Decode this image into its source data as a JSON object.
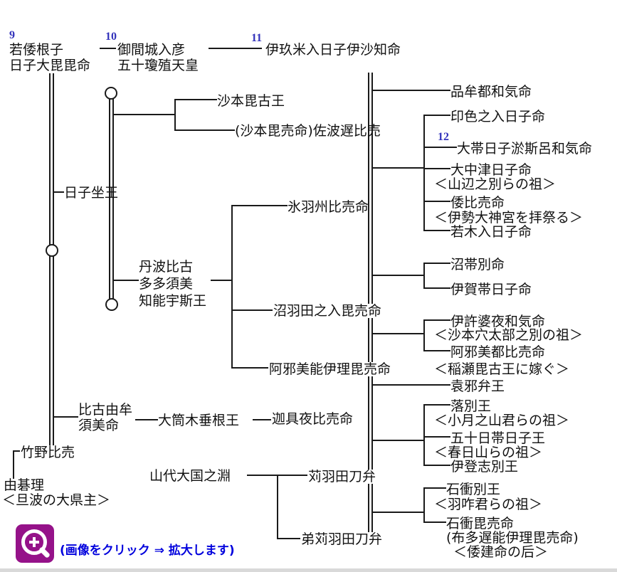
{
  "figure": {
    "type": "genealogy-diagram",
    "description": "Kojiki imperial genealogy chart, generations 9-12"
  },
  "generation_numbers": {
    "g9": "9",
    "g10": "10",
    "g11": "11",
    "g12": "12"
  },
  "persons": {
    "kaika": "若倭根子\n日子大毘毘命",
    "sujin": "御間城入彦\n五十瓊殖天皇",
    "suinin": "伊玖米入日子伊沙知命",
    "hikoimasu": "日子坐王",
    "sahobiko": "沙本毘古王",
    "sawajihime": "(沙本毘売命)佐波遅比売",
    "tanbahiko": "丹波比古\n多多須美\n知能宇斯王",
    "hibasuhime": "氷羽州比売命",
    "numahatanoiri": "沼羽田之入毘売命",
    "azaminoiri": "阿邪美能伊理毘売命",
    "hikoyumusumi": "比古由牟\n須美命",
    "ootsutsukitarine": "大筒木垂根王",
    "kaguyahime": "迦具夜比売命",
    "takanohime": "竹野比売",
    "yugori": "由碁理",
    "yugori_note": "＜旦波の大県主＞",
    "yamashiro_ookuni": "山代大国之淵",
    "karihatatobe": "苅羽田刀弁",
    "otokarihatatobe": "弟苅羽田刀弁",
    "homutsuwake": "品牟都和気命",
    "inishikinoiri": "印色之入日子命",
    "ootarashihiko": "大帯日子淤斯呂和気命",
    "oonakatsuhiko": "大中津日子命",
    "yamanobe_note": "＜山辺之別らの祖＞",
    "yamatohime": "倭比売命",
    "ise_note": "＜伊勢大神宮を拝祭る＞",
    "wakakiiri": "若木入日子命",
    "nutarashiwake": "沼帯別命",
    "igatarashihiko": "伊賀帯日子命",
    "ikobayawake": "伊許婆夜和気命",
    "sahoana_note": "＜沙本穴太部之別の祖＞",
    "azamitsuhime": "阿邪美都比売命",
    "inase_note": "＜稲瀬毘古王に嫁ぐ＞",
    "ozabe": "袁邪弁王",
    "ochiwake": "落別王",
    "ozuki_note": "＜小月之山君らの祖＞",
    "ikatarashihiko": "五十日帯日子王",
    "kasuga_note": "＜春日山らの祖＞",
    "itoshiwake": "伊登志別王",
    "iwatsukuwake": "石衝別王",
    "hakui_note": "＜羽咋君らの祖＞",
    "iwatsukubime": "石衝毘売命",
    "futaji_alias": "(布多遅能伊理毘売命)",
    "kisaki_note": "＜倭建命の后＞"
  },
  "caption": {
    "text": "(画像をクリック ⇒ 拡大します)"
  },
  "icon": {
    "name": "zoom-in-icon"
  },
  "colors": {
    "line": "#1a1a1a",
    "text": "#111111",
    "generation_number": "#3333bb",
    "caption": "#0000dd",
    "icon_bg": "#951289",
    "icon_fg": "#ffffff"
  }
}
